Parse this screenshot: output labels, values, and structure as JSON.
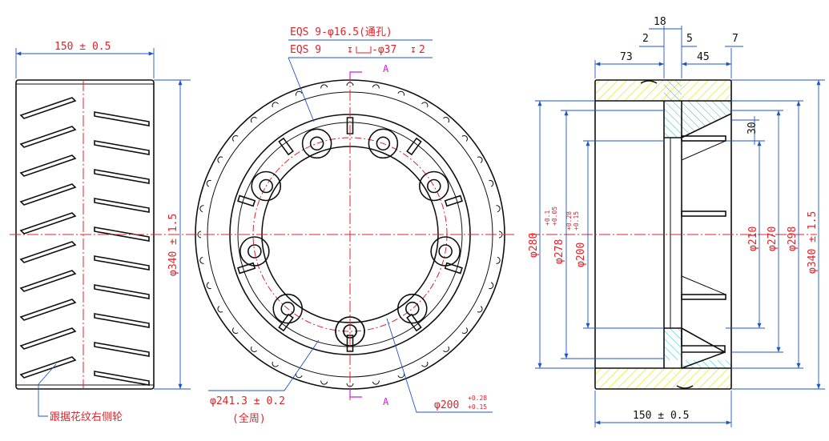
{
  "left_view": {
    "width_dim": "150 ± 0.5",
    "diameter_dim": "φ340 ± 1.5",
    "note": "跟据花纹右侧轮"
  },
  "front_view": {
    "hole_callout_1": "EQS 9-φ16.5(通孔)",
    "hole_callout_2": "EQS 9",
    "hole_callout_2b": "-φ37",
    "hole_callout_2c": "2",
    "section_mark": "A",
    "pcd_dim": "φ241.3 ± 0.2",
    "pcd_note": "(全周)",
    "bore_dim": "φ200",
    "bore_tol_upper": "+0.28",
    "bore_tol_lower": "+0.15"
  },
  "section_view": {
    "dim_18": "18",
    "dim_2": "2",
    "dim_5": "5",
    "dim_7": "7",
    "dim_73": "73",
    "dim_45": "45",
    "dim_30": "30",
    "d280": "φ280",
    "d278": "φ278",
    "d278_upper": "+0.1",
    "d278_lower": "+0.05",
    "d200": "φ200",
    "d200_upper": "+0.28",
    "d200_lower": "+0.15",
    "d210": "φ210",
    "d270": "φ270",
    "d298": "φ298",
    "d340": "φ340 ± 1.5",
    "width_dim": "150 ± 0.5"
  },
  "colors": {
    "outline": "#111111",
    "dimension": "#1f56c6",
    "text_red": "#e0242b",
    "hatch_yellow": "#e9e400",
    "hatch_cyan": "#2ec4d6",
    "section_mark": "#d81bd8"
  }
}
